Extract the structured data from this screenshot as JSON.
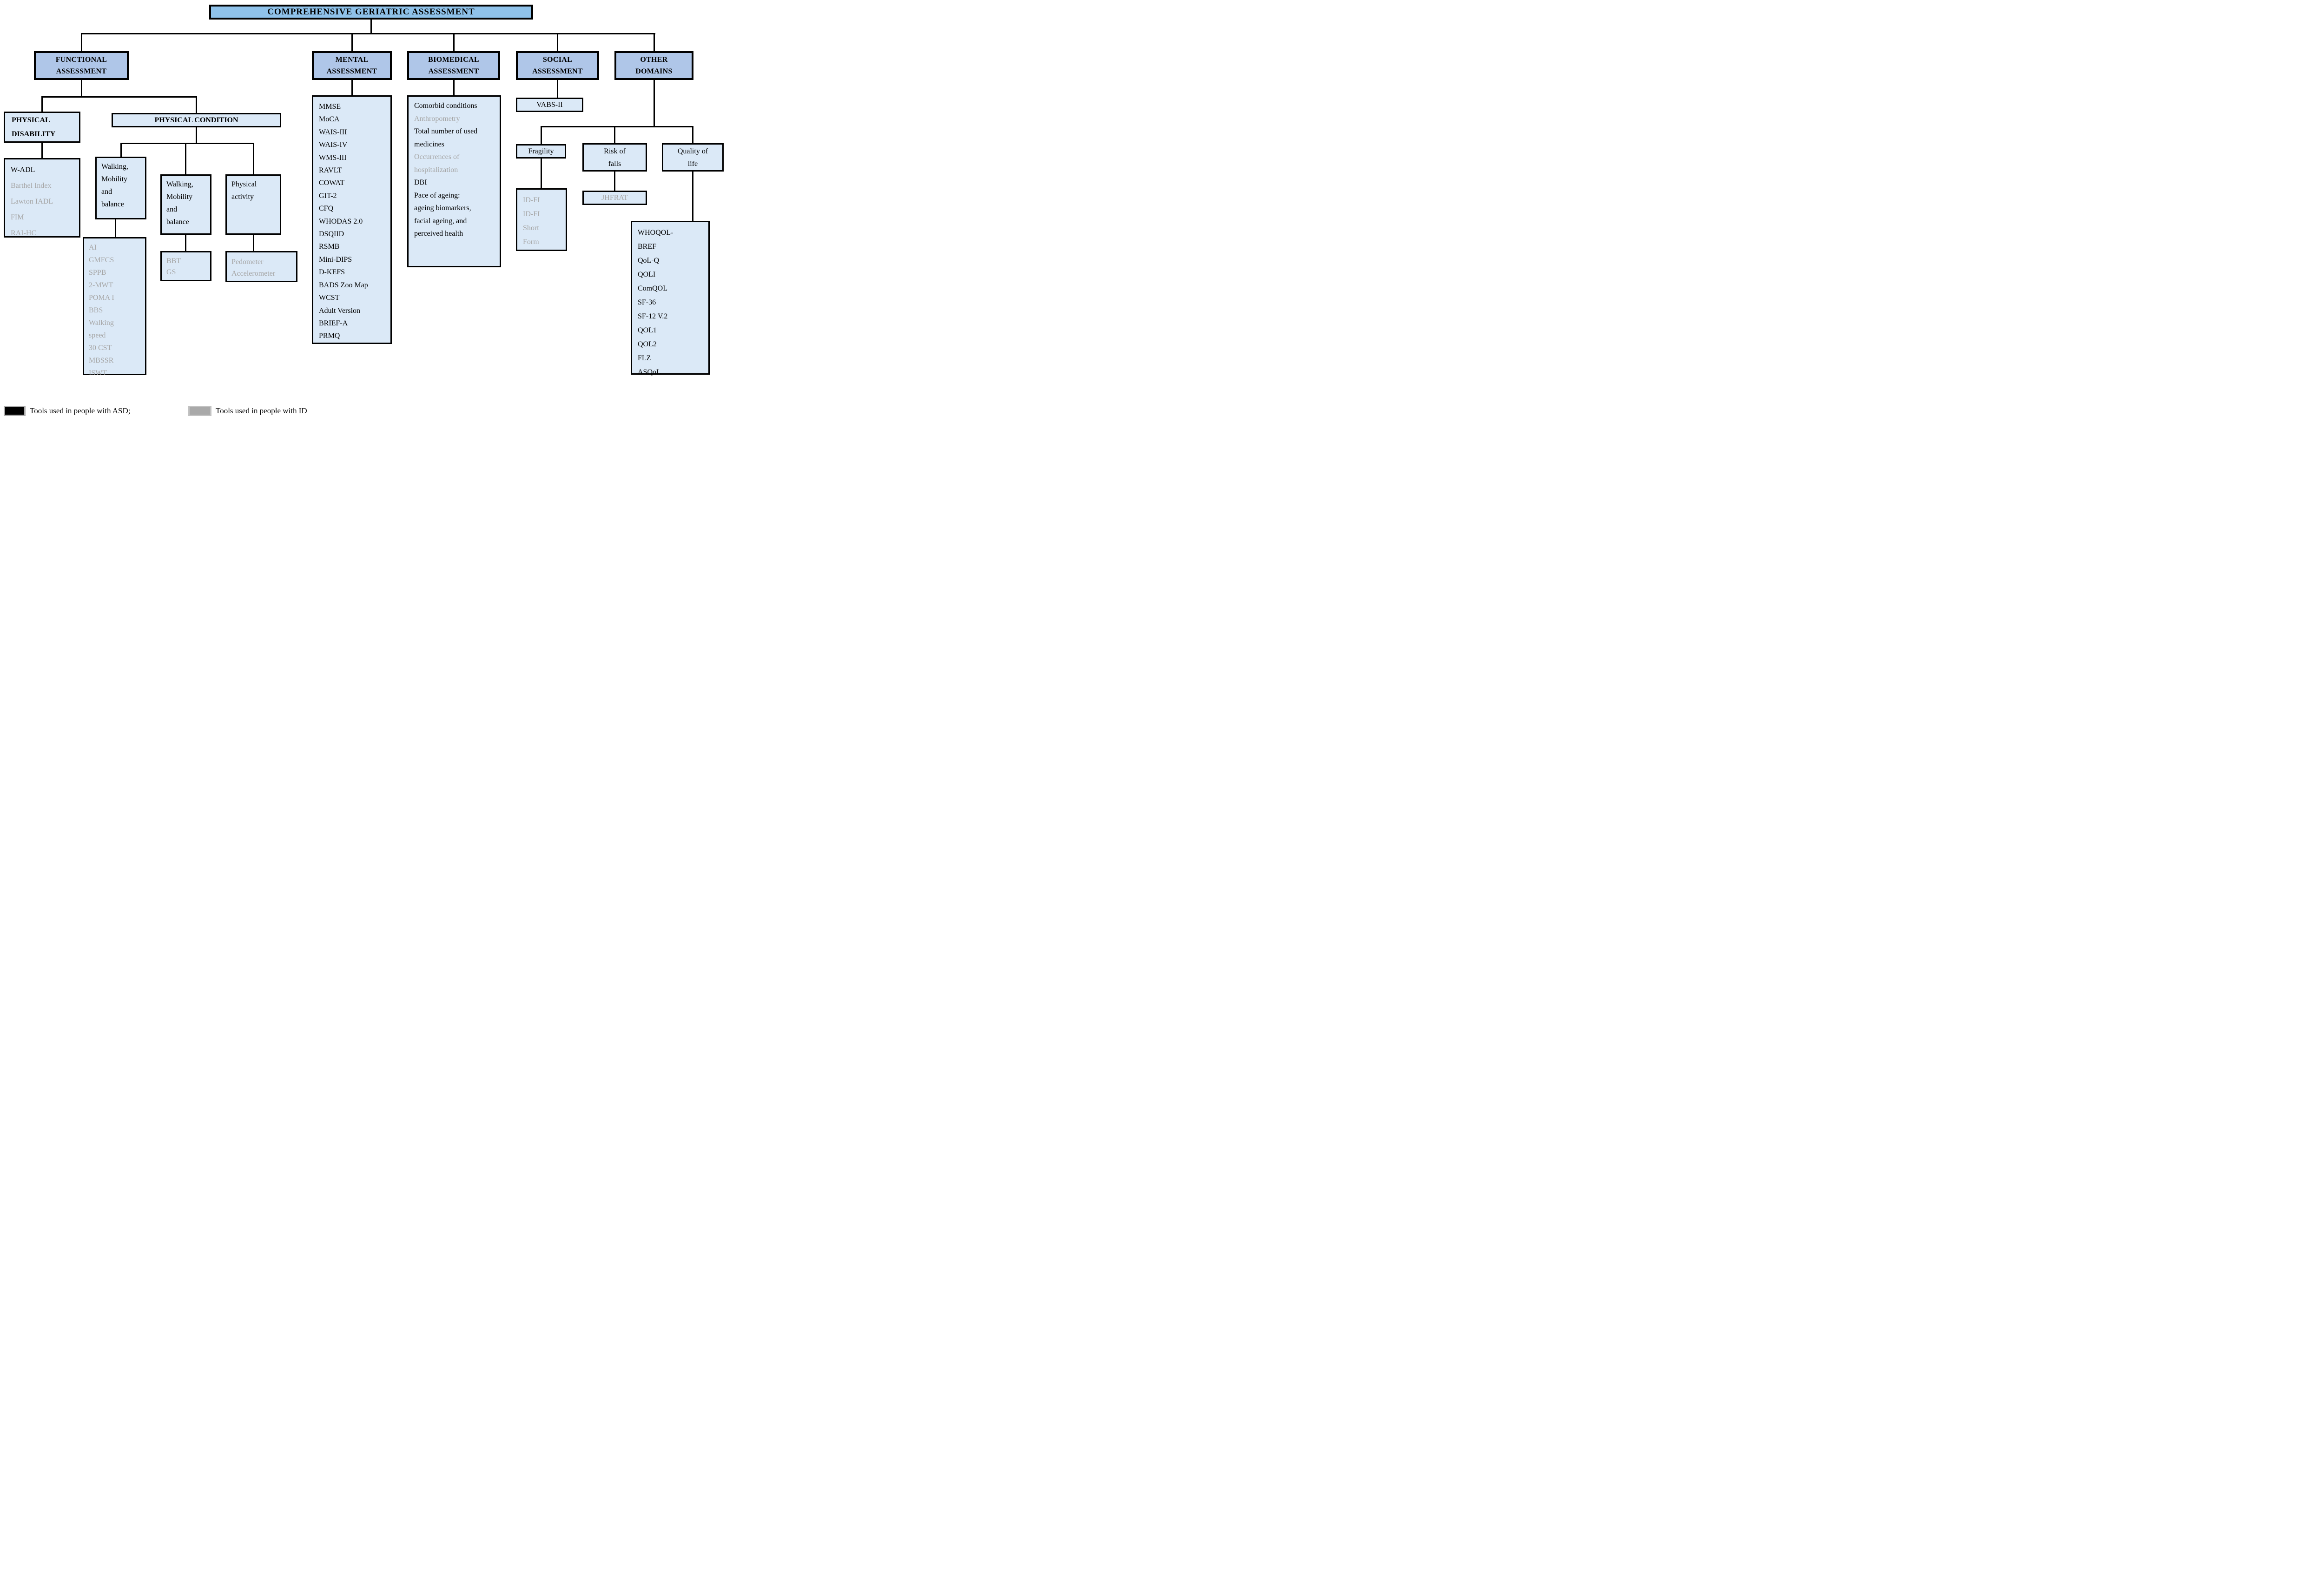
{
  "title": "COMPREHENSIVE GERIATRIC ASSESSMENT",
  "colors": {
    "title_fill": "#8FC2EA",
    "domain_fill": "#AFC6E8",
    "box_fill": "#DBE9F7",
    "asd_text": "#000000",
    "id_text": "#A6A6A6",
    "legend_asd_swatch": "#000000",
    "legend_id_swatch": "#A9A9A9",
    "line": "#000000"
  },
  "domains": {
    "functional": {
      "label": "FUNCTIONAL ASSESSMENT"
    },
    "mental": {
      "label": "MENTAL ASSESSMENT"
    },
    "biomedical": {
      "label": "BIOMEDICAL ASSESSMENT"
    },
    "social": {
      "label": "SOCIAL ASSESSMENT"
    },
    "other": {
      "label": "OTHER DOMAINS"
    }
  },
  "functional": {
    "physical_disability": {
      "label": "PHYSICAL DISABILITY",
      "tools": [
        {
          "text": "W-ADL",
          "group": "asd"
        },
        {
          "text": "Barthel Index",
          "group": "id"
        },
        {
          "text": "Lawton IADL",
          "group": "id"
        },
        {
          "text": "FIM",
          "group": "id"
        },
        {
          "text": "RAI-HC",
          "group": "id"
        }
      ]
    },
    "physical_condition": {
      "label": "PHYSICAL CONDITION",
      "walking1": {
        "label": "Walking, Mobility and balance",
        "tools": [
          {
            "text": "AI",
            "group": "id"
          },
          {
            "text": "GMFCS",
            "group": "id"
          },
          {
            "text": "SPPB",
            "group": "id"
          },
          {
            "text": "2-MWT",
            "group": "id"
          },
          {
            "text": "POMA I",
            "group": "id"
          },
          {
            "text": "BBS",
            "group": "id"
          },
          {
            "text": "Walking speed",
            "group": "id"
          },
          {
            "text": "30 CST",
            "group": "id"
          },
          {
            "text": "MBSSR",
            "group": "id"
          },
          {
            "text": "ISWT",
            "group": "id"
          }
        ]
      },
      "walking2": {
        "label": "Walking, Mobility and balance",
        "tools": [
          {
            "text": "BBT",
            "group": "id"
          },
          {
            "text": "GS",
            "group": "id"
          }
        ]
      },
      "physical_activity": {
        "label": "Physical activity",
        "tools": [
          {
            "text": "Pedometer",
            "group": "id"
          },
          {
            "text": "Accelerometer",
            "group": "id"
          }
        ]
      }
    }
  },
  "mental": {
    "tools": [
      {
        "text": "MMSE",
        "group": "asd"
      },
      {
        "text": "MoCA",
        "group": "asd"
      },
      {
        "text": "WAIS-III",
        "group": "asd"
      },
      {
        "text": "WAIS-IV",
        "group": "asd"
      },
      {
        "text": "WMS-III",
        "group": "asd"
      },
      {
        "text": "RAVLT",
        "group": "asd"
      },
      {
        "text": "COWAT",
        "group": "asd"
      },
      {
        "text": "GIT-2",
        "group": "asd"
      },
      {
        "text": "CFQ",
        "group": "asd"
      },
      {
        "text": "WHODAS 2.0",
        "group": "asd"
      },
      {
        "text": "DSQIID",
        "group": "asd"
      },
      {
        "text": "RSMB",
        "group": "asd"
      },
      {
        "text": "Mini-DIPS",
        "group": "asd"
      },
      {
        "text": "D-KEFS",
        "group": "asd"
      },
      {
        "text": "BADS Zoo Map",
        "group": "asd"
      },
      {
        "text": "WCST",
        "group": "asd"
      },
      {
        "text": "Adult Version",
        "group": "asd"
      },
      {
        "text": "BRIEF-A",
        "group": "asd"
      },
      {
        "text": "PRMQ",
        "group": "asd"
      }
    ]
  },
  "biomedical": {
    "tools": [
      {
        "text": "Comorbid conditions",
        "group": "asd"
      },
      {
        "text": "Anthropometry",
        "group": "id"
      },
      {
        "text": "Total number of used medicines",
        "group": "asd"
      },
      {
        "text": "Occurrences of hospitalization",
        "group": "id"
      },
      {
        "text": "DBI",
        "group": "asd"
      },
      {
        "text": "Pace of ageing: ageing biomarkers, facial ageing, and perceived health",
        "group": "asd"
      }
    ]
  },
  "social": {
    "tools": [
      {
        "text": "VABS-II",
        "group": "asd"
      }
    ]
  },
  "other_domains": {
    "fragility": {
      "label": "Fragility",
      "tools": [
        {
          "text": "ID-FI",
          "group": "id"
        },
        {
          "text": "ID-FI Short Form",
          "group": "id"
        }
      ]
    },
    "risk_of_falls": {
      "label": "Risk of falls",
      "tools": [
        {
          "text": "JHFRAT",
          "group": "id"
        }
      ]
    },
    "quality_of_life": {
      "label": "Quality of life",
      "tools": [
        {
          "text": "WHOQOL-BREF",
          "group": "asd"
        },
        {
          "text": "QoL-Q",
          "group": "asd"
        },
        {
          "text": "QOLI",
          "group": "asd"
        },
        {
          "text": "ComQOL",
          "group": "asd"
        },
        {
          "text": "SF-36",
          "group": "asd"
        },
        {
          "text": "SF-12 V.2",
          "group": "asd"
        },
        {
          "text": "QOL1",
          "group": "asd"
        },
        {
          "text": "QOL2",
          "group": "asd"
        },
        {
          "text": "FLZ",
          "group": "asd"
        },
        {
          "text": "ASQoL",
          "group": "asd"
        }
      ]
    }
  },
  "legend": {
    "asd_label": "Tools used in people with ASD;",
    "id_label": "Tools used in people with ID"
  }
}
